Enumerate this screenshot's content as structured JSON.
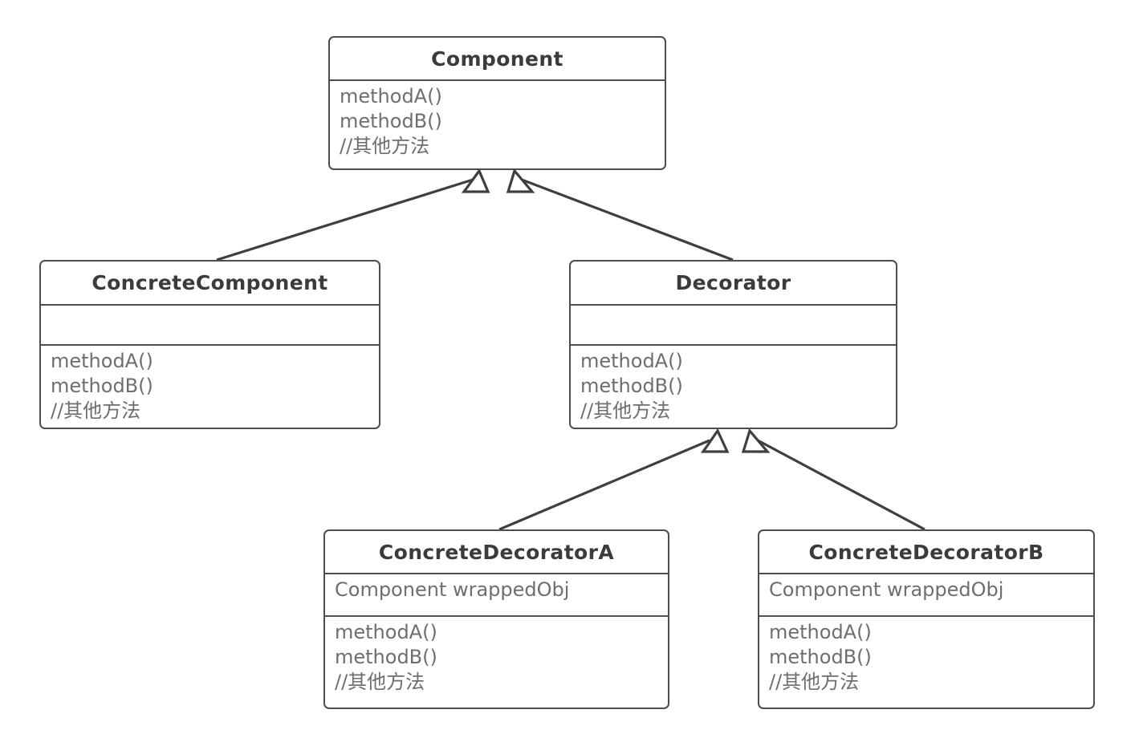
{
  "diagram": {
    "type": "uml-class-diagram",
    "pattern": "Decorator",
    "background_color": "#ffffff",
    "border_color": "#4d4d4d",
    "title_text_color": "#3b3b3b",
    "body_text_color": "#6e6e6e",
    "relationship_type": "generalization"
  },
  "classes": {
    "component": {
      "name": "Component",
      "attributes": [],
      "operations": [
        "methodA()",
        "methodB()",
        "//其他方法"
      ]
    },
    "concrete_component": {
      "name": "ConcreteComponent",
      "attributes": [],
      "operations": [
        "methodA()",
        "methodB()",
        "//其他方法"
      ]
    },
    "decorator": {
      "name": "Decorator",
      "attributes": [],
      "operations": [
        "methodA()",
        "methodB()",
        "//其他方法"
      ]
    },
    "concrete_decorator_a": {
      "name": "ConcreteDecoratorA",
      "attributes": [
        "Component wrappedObj"
      ],
      "operations": [
        "methodA()",
        "methodB()",
        "//其他方法"
      ]
    },
    "concrete_decorator_b": {
      "name": "ConcreteDecoratorB",
      "attributes": [
        "Component wrappedObj"
      ],
      "operations": [
        "methodA()",
        "methodB()",
        "//其他方法"
      ]
    }
  },
  "relationships": [
    {
      "from": "ConcreteComponent",
      "to": "Component",
      "kind": "generalization"
    },
    {
      "from": "Decorator",
      "to": "Component",
      "kind": "generalization"
    },
    {
      "from": "ConcreteDecoratorA",
      "to": "Decorator",
      "kind": "generalization"
    },
    {
      "from": "ConcreteDecoratorB",
      "to": "Decorator",
      "kind": "generalization"
    }
  ]
}
